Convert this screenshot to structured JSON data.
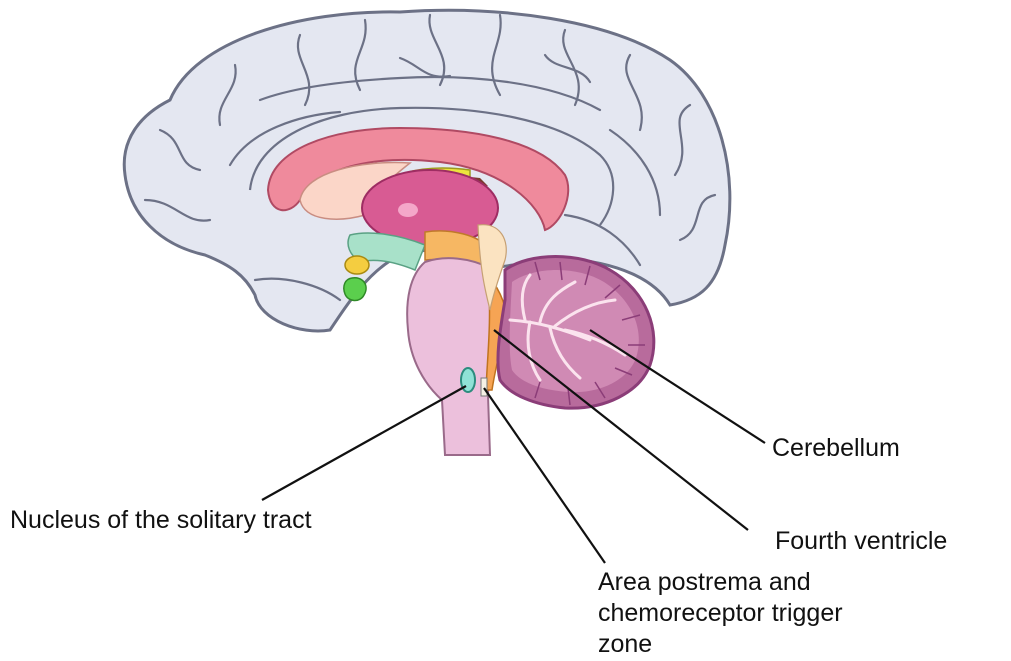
{
  "labels": {
    "cerebellum": "Cerebellum",
    "fourth_ventricle": "Fourth ventricle",
    "nucleus": "Nucleus of the solitary tract",
    "area_postrema": [
      "Area postrema and",
      "chemoreceptor trigger",
      "zone"
    ]
  },
  "colors": {
    "cortex_fill": "#e4e7f1",
    "cortex_line": "#6c7186",
    "corpus_callosum": "#ef8a9c",
    "thalamus": "#d85b93",
    "brainstem": "#ecc0dc",
    "cerebellum": "#b86b9c",
    "cerebellum_rim": "#8b3d78",
    "fourth_ventricle": "#f6a454",
    "nucleus": "#8fe2d6",
    "hypothalamus": "#a8e1c9",
    "pituitary": "#5bcf4d",
    "mammillary": "#f4cd40",
    "fornix": "#ece43d",
    "leader_line": "#111111"
  }
}
